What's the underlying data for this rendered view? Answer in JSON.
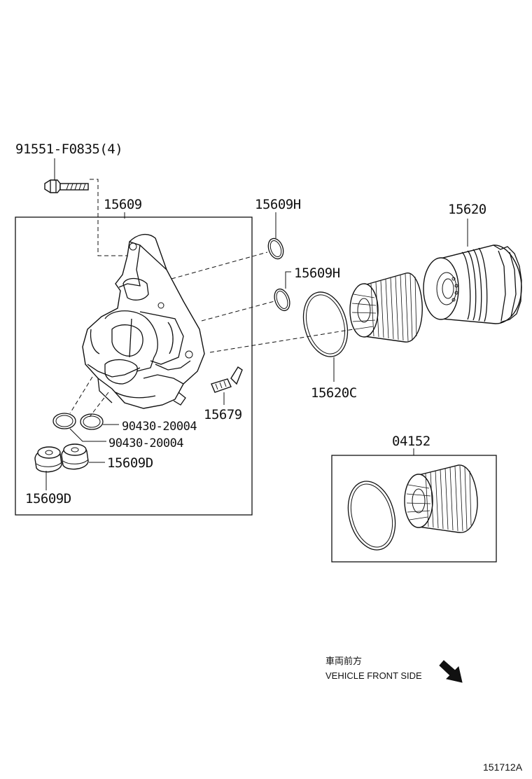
{
  "callouts": {
    "bolt": "91551-F0835(4)",
    "housing": "15609",
    "oring_upper": "15609H",
    "oring_lower": "15609H",
    "filter_cap": "15620",
    "cap_gasket": "15620C",
    "sensor": "15679",
    "gasket_a": "90430-20004",
    "gasket_b": "90430-20004",
    "plug_right": "15609D",
    "plug_left": "15609D",
    "element_kit": "04152"
  },
  "direction_note": {
    "japanese": "車両前方",
    "english": "VEHICLE FRONT SIDE"
  },
  "drawing_number": "151712A"
}
